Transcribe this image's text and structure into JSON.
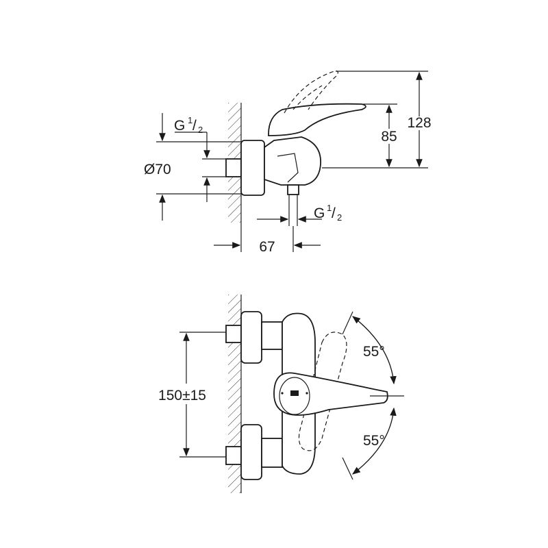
{
  "side_view": {
    "inlet_thread": {
      "label": "G",
      "num": "1",
      "den": "2"
    },
    "diameter": "Ø70",
    "height_total": "128",
    "height_lever": "85",
    "outlet_thread": {
      "label": "G",
      "num": "1",
      "den": "2"
    },
    "projection": "67"
  },
  "top_view": {
    "centre_distance": "150±15",
    "angle_up": "55°",
    "angle_down": "55°"
  },
  "colors": {
    "line": "#1a1a1a",
    "background": "#ffffff"
  }
}
